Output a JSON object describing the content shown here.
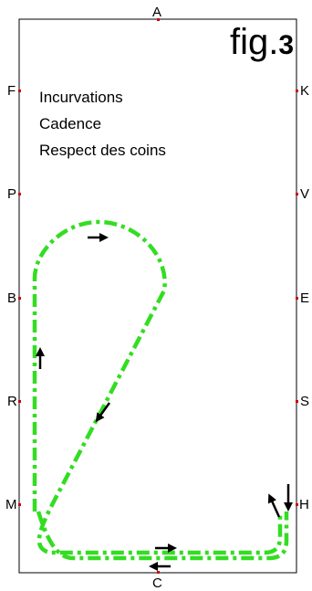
{
  "figure": {
    "prefix": "fig.",
    "number": "3"
  },
  "arena_letters": {
    "top": "A",
    "bottom": "C",
    "left": [
      "F",
      "P",
      "B",
      "R",
      "M"
    ],
    "right": [
      "K",
      "V",
      "E",
      "S",
      "H"
    ]
  },
  "notes": [
    "Incurvations",
    "Cadence",
    "Respect des coins"
  ],
  "colors": {
    "track": "#33dd22",
    "border": "#000000",
    "marker": "#cc0000",
    "arrow": "#000000"
  }
}
